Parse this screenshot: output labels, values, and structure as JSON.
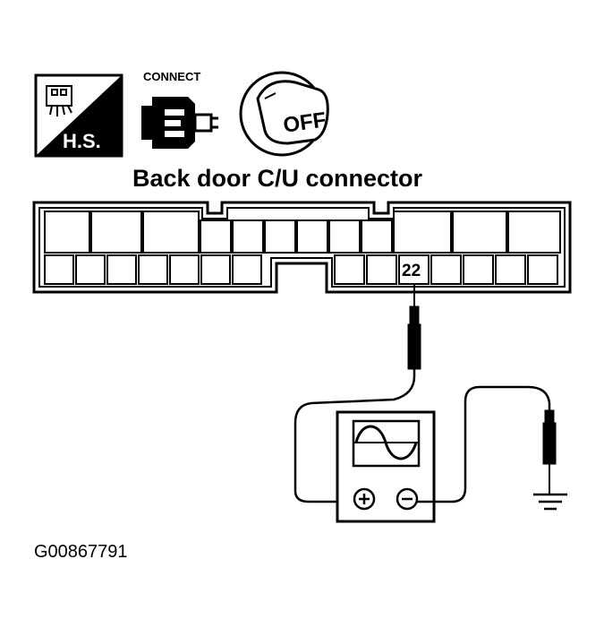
{
  "icons": {
    "harness_sensor_label": "H.S.",
    "connect_label": "CONNECT",
    "ignition_label": "OFF"
  },
  "connector": {
    "title": "Back door C/U connector",
    "probe_pin": "22"
  },
  "figure_id": "G00867791"
}
